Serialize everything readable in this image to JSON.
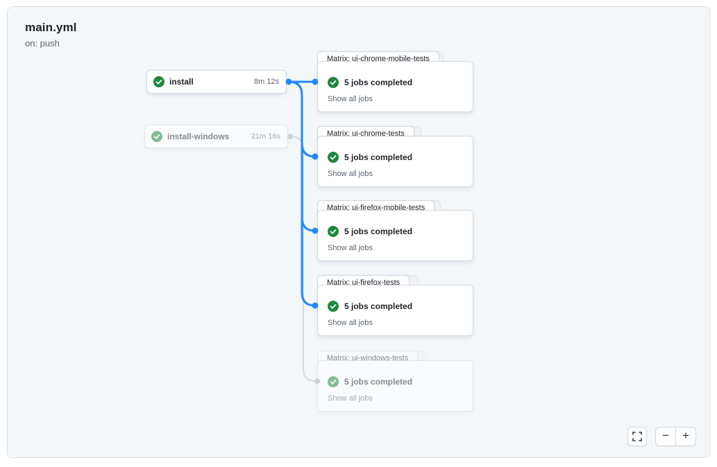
{
  "header": {
    "title": "main.yml",
    "trigger": "on: push"
  },
  "colors": {
    "accent_blue": "#2088ff",
    "success_green": "#1f883d",
    "canvas_bg": "#f4f7fa",
    "card_border": "#d0d7de"
  },
  "jobs": [
    {
      "label": "install",
      "duration": "8m 12s",
      "status": "success",
      "faded": false
    },
    {
      "label": "install-windows",
      "duration": "21m 16s",
      "status": "success",
      "faded": true
    }
  ],
  "matrices": [
    {
      "label": "Matrix: ui-chrome-mobile-tests",
      "summary": "5 jobs completed",
      "link": "Show all jobs",
      "faded": false
    },
    {
      "label": "Matrix: ui-chrome-tests",
      "summary": "5 jobs completed",
      "link": "Show all jobs",
      "faded": false
    },
    {
      "label": "Matrix: ui-firefox-mobile-tests",
      "summary": "5 jobs completed",
      "link": "Show all jobs",
      "faded": false
    },
    {
      "label": "Matrix: ui-firefox-tests",
      "summary": "5 jobs completed",
      "link": "Show all jobs",
      "faded": false
    },
    {
      "label": "Matrix: ui-windows-tests",
      "summary": "5 jobs completed",
      "link": "Show all jobs",
      "faded": true
    }
  ],
  "controls": {
    "fullscreen": "fullscreen",
    "zoom_out": "−",
    "zoom_in": "+"
  }
}
